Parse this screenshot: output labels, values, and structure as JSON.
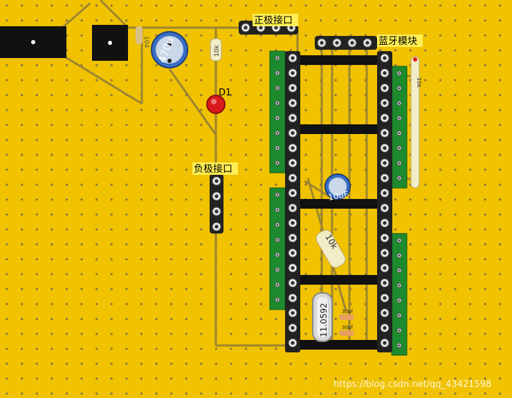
{
  "board": {
    "background": "#f0c200",
    "hole_color": "#8a7340",
    "wire_color": "#9c8430",
    "bar_color": "#111111",
    "header_green": "#1e8a2e"
  },
  "labels": {
    "pos_port": "正极接口",
    "neg_port": "负极接口",
    "bt_module": "蓝牙模块",
    "d1": "D1",
    "r_top": "10k",
    "r_mid": "10k",
    "r_right": "10k",
    "cap_big": "470u",
    "cap_small": "10uF",
    "crystal": "11.0592",
    "cap_30pf_a": "30pf",
    "cap_30pf_b": "30pf",
    "small_cap_left": "104",
    "watermark": "https://blog.csdn.net/qq_43421598"
  },
  "icons": {
    "led": "red-led-icon",
    "cap_big": "electrolytic-capacitor-icon",
    "cap_small": "electrolytic-capacitor-icon",
    "crystal": "crystal-oscillator-icon"
  }
}
